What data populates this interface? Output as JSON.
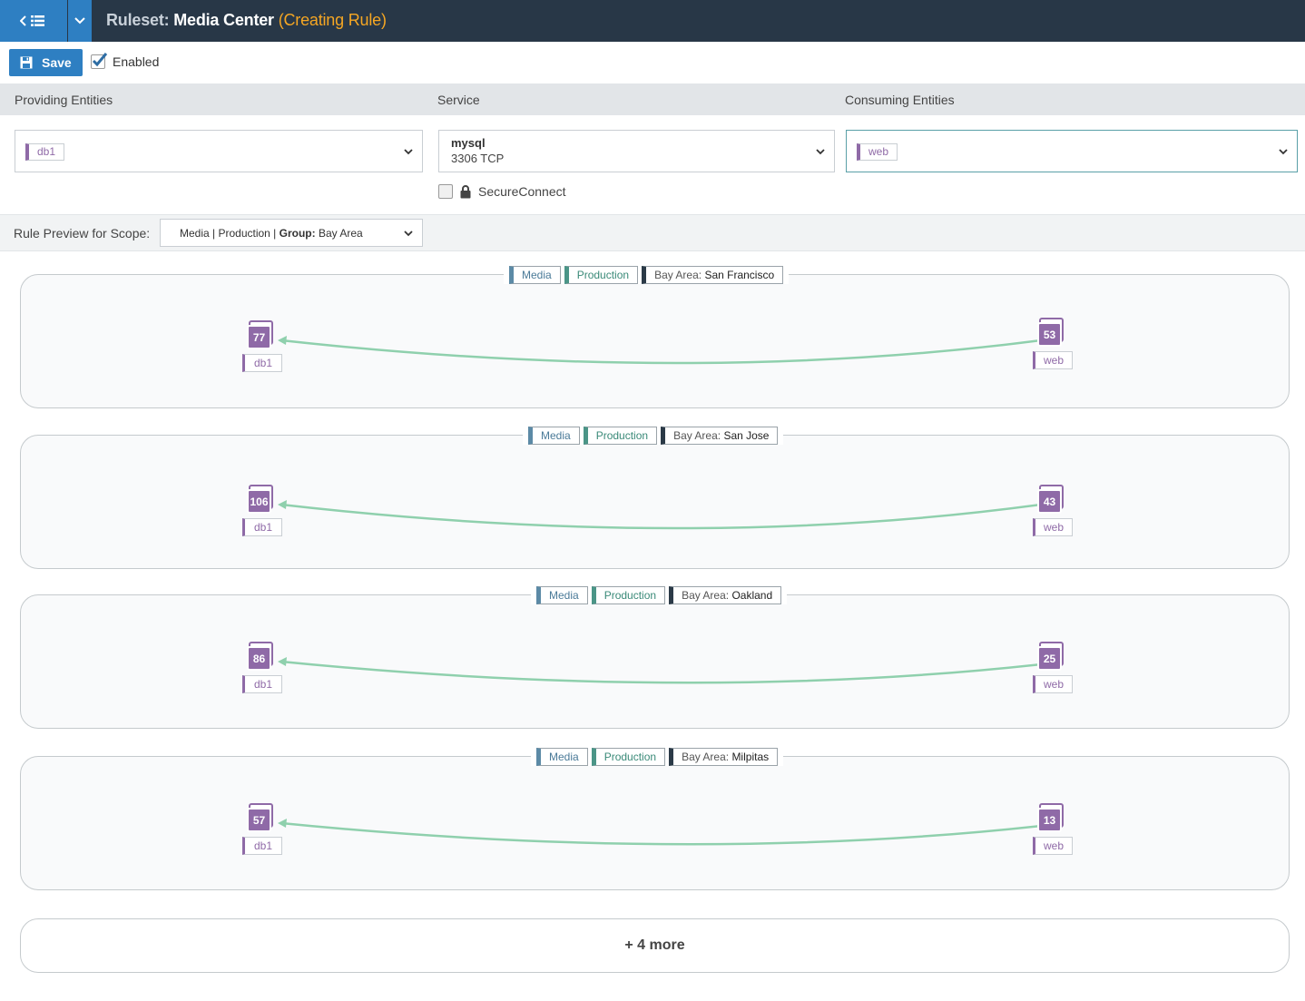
{
  "header": {
    "title_prefix": "Ruleset:",
    "title_name": "Media Center",
    "title_status": "(Creating Rule)"
  },
  "toolbar": {
    "save_label": "Save",
    "enabled_label": "Enabled",
    "enabled_checked": true
  },
  "columns": {
    "providing": "Providing Entities",
    "service": "Service",
    "consuming": "Consuming Entities"
  },
  "providing_select": {
    "value": "db1"
  },
  "service_select": {
    "name": "mysql",
    "port": "3306 TCP"
  },
  "consuming_select": {
    "value": "web"
  },
  "secure_connect": {
    "label": "SecureConnect",
    "checked": false
  },
  "preview": {
    "label": "Rule Preview for Scope:",
    "scope_part1": "Media | Production |",
    "scope_group_key": "Group:",
    "scope_group_value": "Bay Area"
  },
  "groups": [
    {
      "app": "Media",
      "env": "Production",
      "loc_key": "Bay Area:",
      "loc_value": "San Francisco",
      "provider_count": "77",
      "provider_label": "db1",
      "consumer_count": "53",
      "consumer_label": "web"
    },
    {
      "app": "Media",
      "env": "Production",
      "loc_key": "Bay Area:",
      "loc_value": "San Jose",
      "provider_count": "106",
      "provider_label": "db1",
      "consumer_count": "43",
      "consumer_label": "web"
    },
    {
      "app": "Media",
      "env": "Production",
      "loc_key": "Bay Area:",
      "loc_value": "Oakland",
      "provider_count": "86",
      "provider_label": "db1",
      "consumer_count": "25",
      "consumer_label": "web"
    },
    {
      "app": "Media",
      "env": "Production",
      "loc_key": "Bay Area:",
      "loc_value": "Milpitas",
      "provider_count": "57",
      "provider_label": "db1",
      "consumer_count": "13",
      "consumer_label": "web"
    }
  ],
  "more": {
    "label": "+ 4 more"
  },
  "colors": {
    "topbar": "#283747",
    "accent_blue": "#2e7fc2",
    "status_orange": "#f5a623",
    "workload_purple": "#8f6aa7",
    "arc_green": "#8fd0ad"
  }
}
